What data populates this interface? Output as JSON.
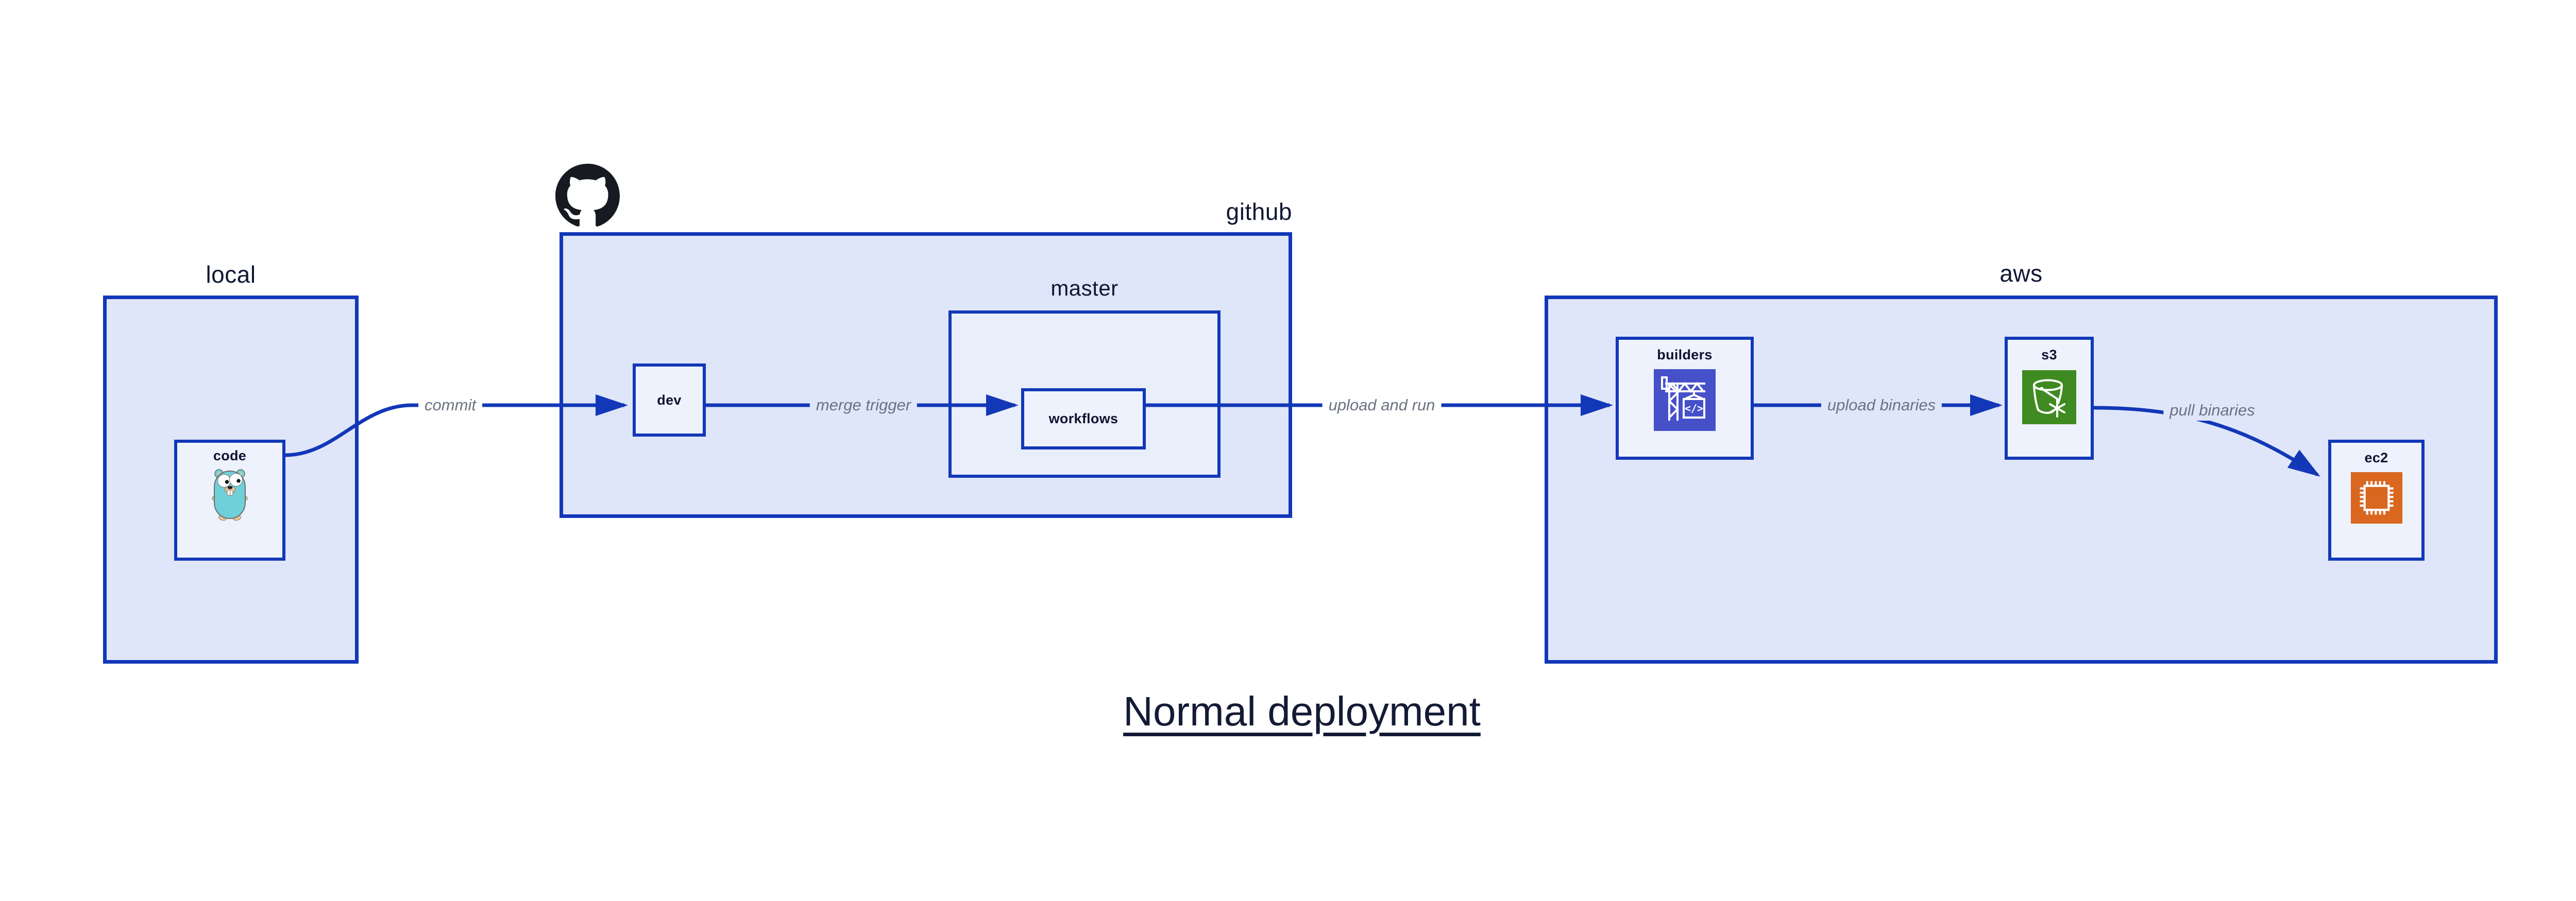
{
  "title": "Normal deployment",
  "groups": {
    "local": {
      "label": "local"
    },
    "github": {
      "label": "github"
    },
    "master": {
      "label": "master"
    },
    "aws": {
      "label": "aws"
    }
  },
  "nodes": {
    "code": {
      "label": "code",
      "icon": "go-gopher-icon"
    },
    "dev": {
      "label": "dev"
    },
    "workflows": {
      "label": "workflows"
    },
    "builders": {
      "label": "builders",
      "icon": "aws-codebuild-icon"
    },
    "s3": {
      "label": "s3",
      "icon": "aws-s3-bucket-icon"
    },
    "ec2": {
      "label": "ec2",
      "icon": "aws-ec2-chip-icon"
    }
  },
  "edges": {
    "commit": {
      "label": "commit",
      "from": "code",
      "to": "dev"
    },
    "merge_trigger": {
      "label": "merge trigger",
      "from": "dev",
      "to": "workflows"
    },
    "upload_and_run": {
      "label": "upload and run",
      "from": "workflows",
      "to": "builders"
    },
    "upload_binaries": {
      "label": "upload binaries",
      "from": "builders",
      "to": "s3"
    },
    "pull_binaries": {
      "label": "pull binaries",
      "from": "s3",
      "to": "ec2"
    }
  },
  "icons": {
    "github_logo": "github-octocat-logo"
  },
  "colors": {
    "border_blue": "#1238b8",
    "group_fill": "#dfe6f9",
    "inner_group_fill": "#e9eefb",
    "node_fill": "#eef2fd",
    "label_text": "#101734",
    "edge_label_text": "#6b7280",
    "codebuild_bg": "#4650c9",
    "s3_bg": "#3f8a21",
    "ec2_bg": "#d9671f",
    "gopher_teal": "#6fd0da",
    "octocat_black": "#171a21"
  }
}
